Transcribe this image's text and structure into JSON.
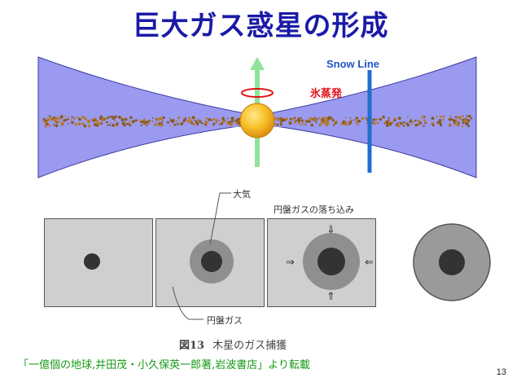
{
  "slide": {
    "title": "巨大ガス惑星の形成",
    "page_number": "13"
  },
  "disk_diagram": {
    "snow_line_label": "Snow Line",
    "evaporation_label": "氷蒸発",
    "colors": {
      "disk": "#9a9af0",
      "dust": "#8a5a1e",
      "star": "#f2b21a",
      "axis": "#8fe49a",
      "snow_line": "#1f6fd0",
      "rotation": "#e01010"
    }
  },
  "capture_figure": {
    "atmosphere_label": "大気",
    "infall_label": "円盤ガスの落ち込み",
    "disk_gas_label": "円盤ガス",
    "arrow_down": "⇓",
    "arrow_up": "⇑",
    "arrow_right": "⇒",
    "arrow_left": "⇐",
    "caption_number": "図13",
    "caption_text": "木星のガス捕獲"
  },
  "credit": "「一億個の地球,井田茂・小久保英一郎著,岩波書店」より転載"
}
